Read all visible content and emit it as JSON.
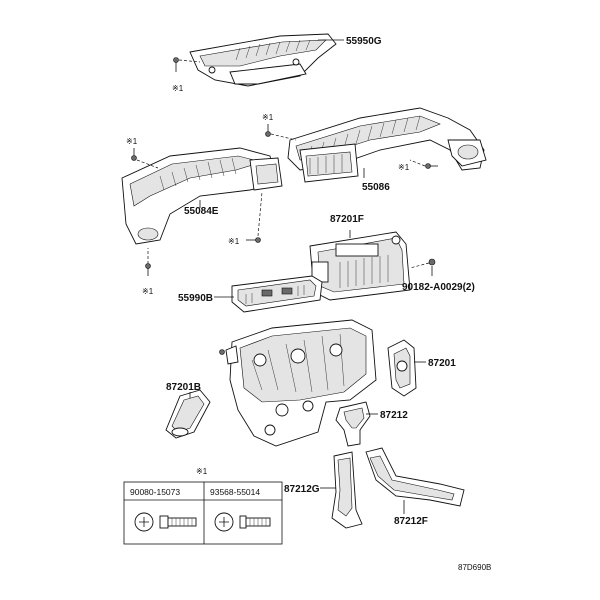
{
  "diagram": {
    "reference_code": "87D690B",
    "note_symbol": "※1",
    "parts": [
      {
        "id": "55950G",
        "label": "55950G"
      },
      {
        "id": "55086",
        "label": "55086"
      },
      {
        "id": "55084E",
        "label": "55084E"
      },
      {
        "id": "87201F",
        "label": "87201F"
      },
      {
        "id": "90182",
        "label": "90182-A0029(2)"
      },
      {
        "id": "55990B",
        "label": "55990B"
      },
      {
        "id": "87201",
        "label": "87201"
      },
      {
        "id": "87201B",
        "label": "87201B"
      },
      {
        "id": "87212",
        "label": "87212"
      },
      {
        "id": "87212G",
        "label": "87212G"
      },
      {
        "id": "87212F",
        "label": "87212F"
      }
    ],
    "fastener_table": {
      "columns": [
        "90080-15073",
        "93568-55014"
      ]
    }
  }
}
